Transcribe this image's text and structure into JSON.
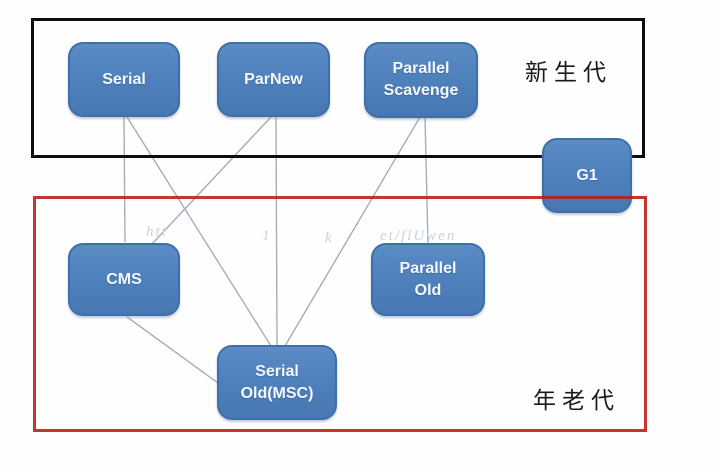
{
  "diagram": {
    "young_generation": {
      "label": "新生代"
    },
    "old_generation": {
      "label": "年老代"
    },
    "nodes": {
      "serial": {
        "label": "Serial"
      },
      "parnew": {
        "label": "ParNew"
      },
      "parallel_scavenge": {
        "label": "Parallel\nScavenge"
      },
      "g1": {
        "label": "G1"
      },
      "cms": {
        "label": "CMS"
      },
      "serial_old": {
        "label": "Serial\nOld(MSC)"
      },
      "parallel_old": {
        "label": "Parallel\nOld"
      }
    },
    "edges": [
      {
        "from": "Serial",
        "to": "CMS"
      },
      {
        "from": "Serial",
        "to": "Serial Old(MSC)"
      },
      {
        "from": "ParNew",
        "to": "CMS"
      },
      {
        "from": "ParNew",
        "to": "Serial Old(MSC)"
      },
      {
        "from": "Parallel Scavenge",
        "to": "Serial Old(MSC)"
      },
      {
        "from": "Parallel Scavenge",
        "to": "Parallel Old"
      },
      {
        "from": "CMS",
        "to": "Serial Old(MSC)"
      }
    ],
    "colors": {
      "node_fill": "#4f81bd",
      "node_border": "#3f6fa8",
      "node_text": "#f4f8fc",
      "young_region_border": "#0d0d0d",
      "old_region_border": "#ba1b16",
      "edge_line": "#a4aeb8"
    },
    "watermark": {
      "fragments": [
        {
          "text": "htt"
        },
        {
          "text": "1"
        },
        {
          "text": "k"
        },
        {
          "text": "et/flUwen"
        }
      ]
    }
  }
}
